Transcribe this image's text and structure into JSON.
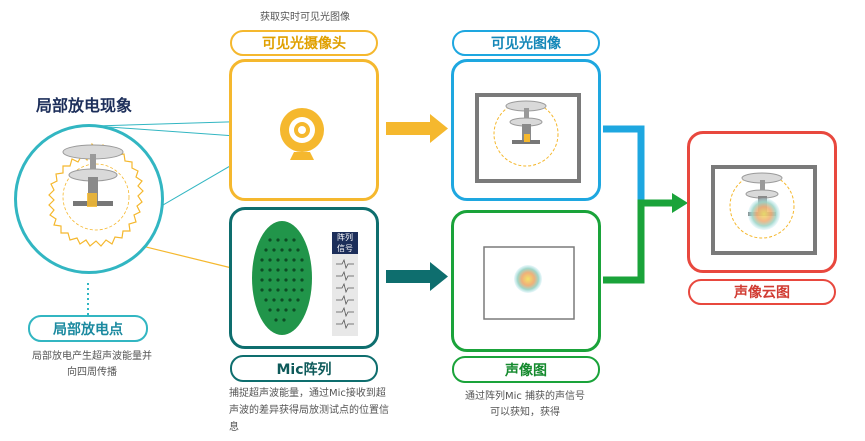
{
  "phenomenon": {
    "title": "局部放电现象",
    "point_label": "局部放电点",
    "point_desc_line1": "局部放电产生超声波能量并",
    "point_desc_line2": "向四周传播"
  },
  "camera": {
    "caption": "获取实时可见光图像",
    "label": "可见光摄像头"
  },
  "mic": {
    "label": "Mic阵列",
    "signal_label_line1": "阵列",
    "signal_label_line2": "信号",
    "desc_line1": "捕捉超声波能量，通过Mic接收到超",
    "desc_line2": "声波的差异获得局放测试点的位置信",
    "desc_line3": "息"
  },
  "visible_image": {
    "label": "可见光图像"
  },
  "sound_image": {
    "label": "声像图",
    "desc_line1": "通过阵列Mic 捕获的声信号",
    "desc_line2": "可以获知，获得"
  },
  "cloud_image": {
    "label": "声像云图"
  },
  "colors": {
    "orange": "#f5b82e",
    "teal": "#0e6e6e",
    "teal_light": "#32b6c2",
    "blue": "#1ea7e0",
    "green": "#1aa33a",
    "red": "#e8483e",
    "mic_green": "#21954a",
    "navy": "#1c2e5a"
  }
}
